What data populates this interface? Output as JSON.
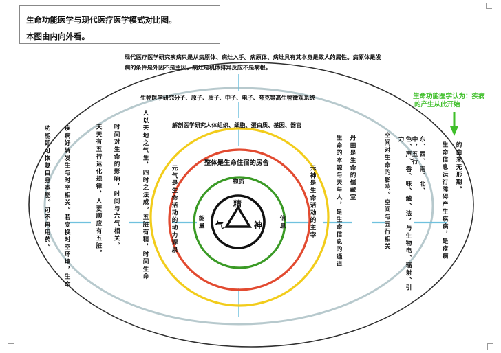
{
  "title": {
    "line1": "生命功能医学与现代医疗医学模式对比图。",
    "line2": "本图由内向外看。"
  },
  "top_text": {
    "line1": "现代医疗医学研究疾病只是从病原体、病灶入手。病原体、病灶具有其本身是致人的属性。病原体是发",
    "line2": "病的条件是外因不是主因。病灶是机体排异反应不是病根。"
  },
  "bio_text": "生物医学研究分子、原子、质子、中子、电子、夸克等高生物微观系统",
  "anatomy_text": "解剖医学研究人体组织、细胞、蛋白质、基因、器官",
  "red_title": "整体是生命住宿的房舍",
  "green_labels": {
    "top": "物质",
    "left": "能量",
    "right": "信息"
  },
  "core": {
    "top": "精",
    "left": "气",
    "right": "神"
  },
  "green_note": {
    "line1": "生命功能医学认为：疾病",
    "line2": "的产生从此开始"
  },
  "vertical_texts": {
    "v1": "功能即可恢复自身本能。可不再用药。",
    "v2": "疾病好转发生与时空相关。若变换时空环境，生命",
    "v3": "天天有五行运化规律，人要顺应有五脏。",
    "v4": "时间对生命的影响，时间与六气相关。",
    "v5": "人以天地之气生，四时之法成。五脏有精，时间生命",
    "v6": "元气是生命活动的动力源泉",
    "v7": "元神是生命活动的主宰",
    "v8": "丹田是生命的储藏室",
    "v9": "生命的本源与天与人，是生命信息的通道",
    "v10": "空间对生命的影响。空间与五行相关",
    "v11": "色、声、香、味、触、法，与生物电、辐射、引力",
    "v12": "东、西、南、北、中，五行",
    "v13": "生命信息运行障碍产生疾病，是疾病",
    "v14": "的由来无形期。"
  },
  "colors": {
    "outer_ellipse": "#2f2f2f",
    "mid_ellipse": "#b7c9cd",
    "teal_line": "#6fc1de",
    "yellow_ring": "#f2cc1b",
    "red_ring": "#e24a30",
    "green_ring": "#3a9a25",
    "core_ring": "#111111",
    "arrow": "#3fbf2a"
  }
}
